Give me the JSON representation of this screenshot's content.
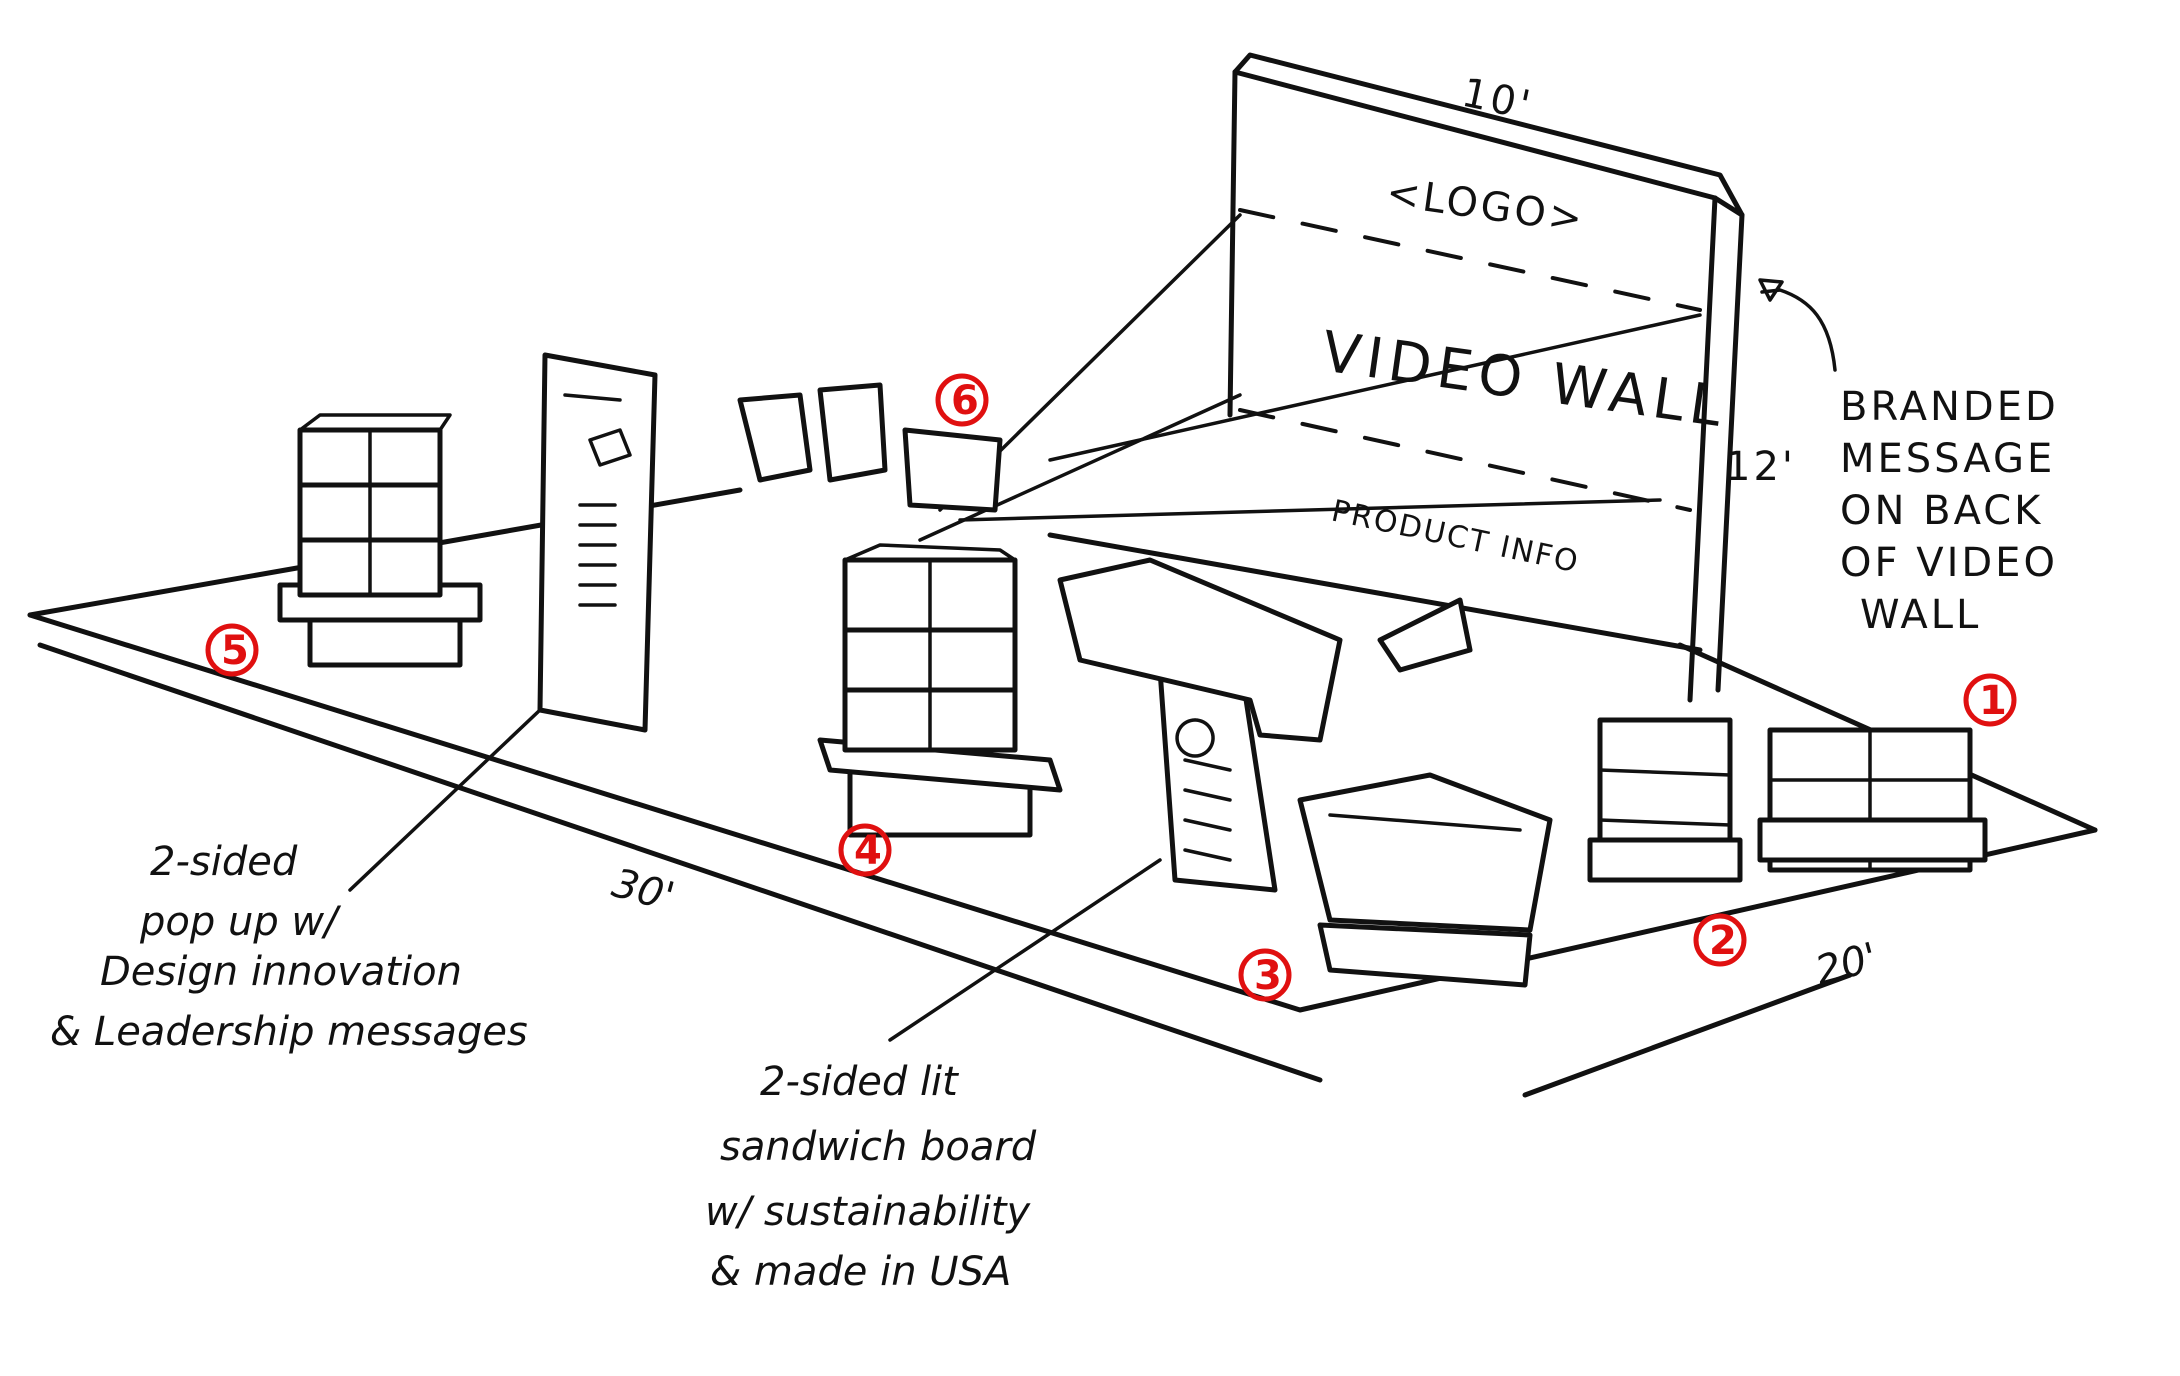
{
  "diagram": {
    "video_wall": {
      "width_label": "10'",
      "height_label": "12'",
      "logo_label": "<LOGO>",
      "title": "VIDEO WALL",
      "product_info": "PRODUCT INFO"
    },
    "branded_note": [
      "BRANDED",
      "MESSAGE",
      "ON BACK",
      "OF VIDEO",
      "WALL"
    ],
    "floor": {
      "length_label": "30'",
      "depth_label": "20'"
    },
    "stations": [
      "1",
      "2",
      "3",
      "4",
      "5",
      "6"
    ],
    "popup_note": [
      "2-sided",
      "pop up w/",
      "Design innovation",
      "& Leadership messages"
    ],
    "sandwich_note": [
      "2-sided lit",
      "sandwich board",
      "w/ sustainability",
      "& made in USA"
    ]
  }
}
